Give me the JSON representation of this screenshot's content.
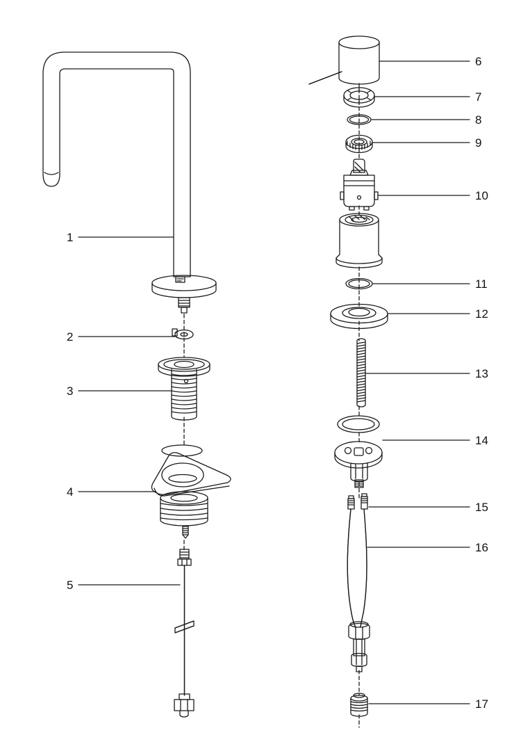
{
  "diagram": {
    "background_color": "#ffffff",
    "line_color": "#1a1a1a",
    "labels": [
      {
        "text": "1"
      },
      {
        "text": "2"
      },
      {
        "text": "3"
      },
      {
        "text": "4"
      },
      {
        "text": "5"
      },
      {
        "text": "6"
      },
      {
        "text": "7"
      },
      {
        "text": "8"
      },
      {
        "text": "9"
      },
      {
        "text": "10"
      },
      {
        "text": "11"
      },
      {
        "text": "12"
      },
      {
        "text": "13"
      },
      {
        "text": "14"
      },
      {
        "text": "15"
      },
      {
        "text": "16"
      },
      {
        "text": "17"
      }
    ]
  }
}
